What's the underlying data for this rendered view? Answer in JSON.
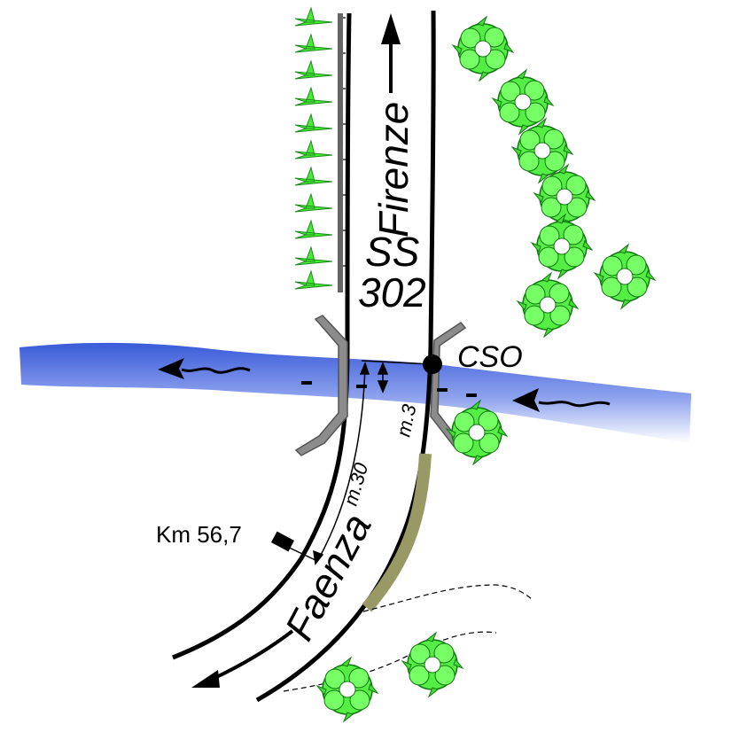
{
  "labels": {
    "firenze": "Firenze",
    "road_name": "SS",
    "road_number": "302",
    "cso": "CSO",
    "faenza": "Faenza",
    "dist_30": "m.30",
    "dist_3": "m.3",
    "km": "Km 56,7"
  },
  "colors": {
    "river": "#4466dd",
    "vegetation": "#44ee33",
    "rail": "#666666",
    "lining": "#999966",
    "road": "#000000"
  },
  "icons": {
    "trees": "tree-icon",
    "cso_marker": "cso-point-icon",
    "flow": "flow-arrow-icon",
    "km_marker": "km-marker-icon"
  }
}
